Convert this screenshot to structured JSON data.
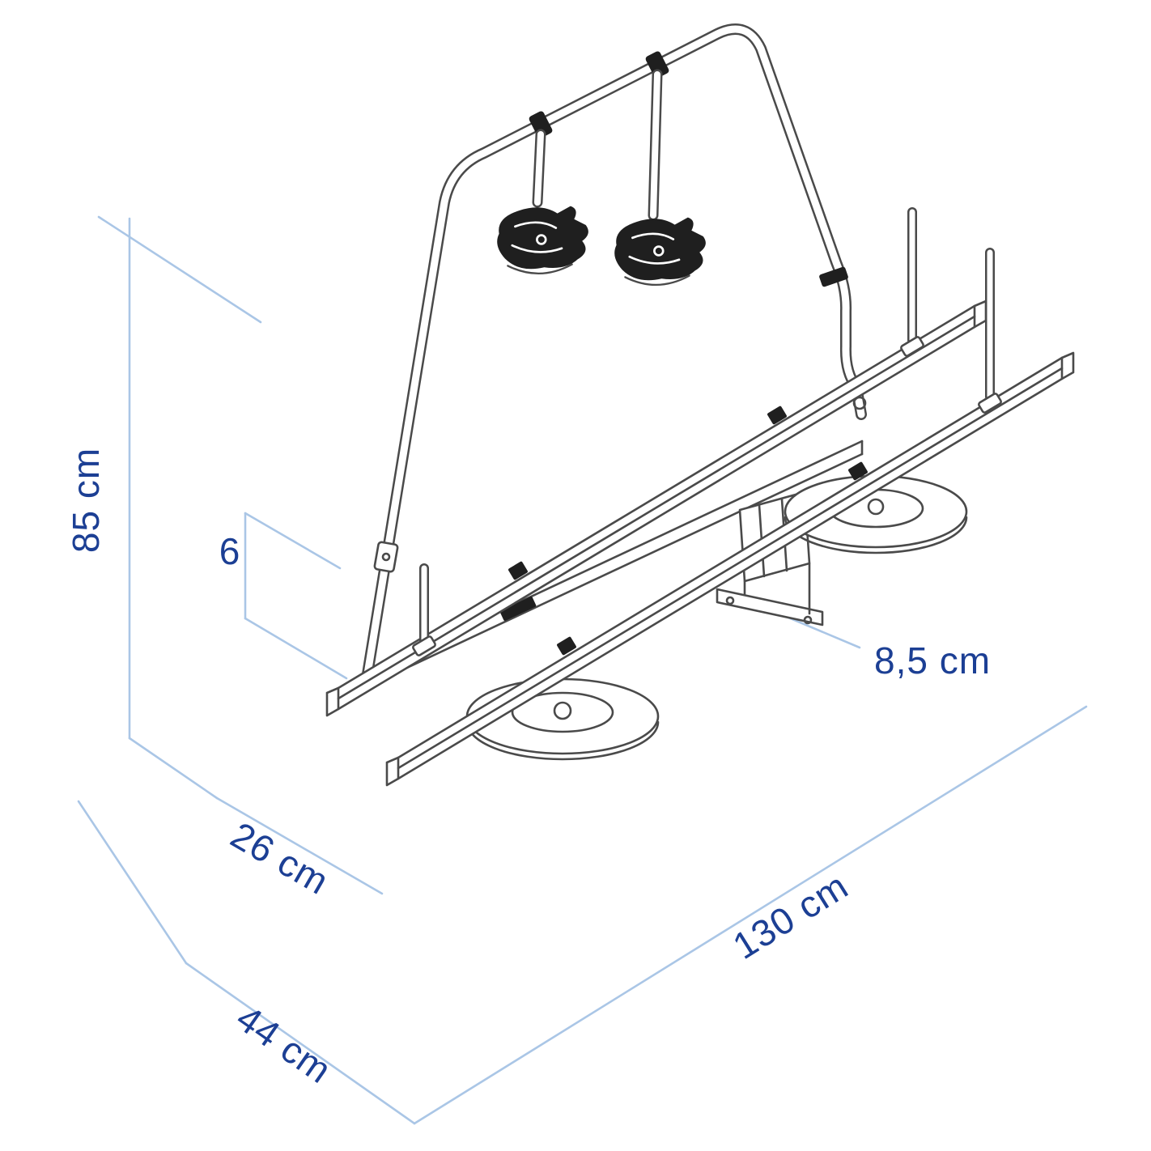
{
  "diagram": {
    "type": "isometric-dimension-drawing",
    "subject": "rear-mounted two-bike carrier rack",
    "labels": {
      "height": "85 cm",
      "gap": "6",
      "foot": "8,5 cm",
      "depth_upper": "26 cm",
      "length": "130 cm",
      "depth_lower": "44 cm"
    },
    "colors": {
      "dimension_line": "#aac6e6",
      "label": "#1c3f94",
      "drawing": "#4a4a4a"
    }
  }
}
